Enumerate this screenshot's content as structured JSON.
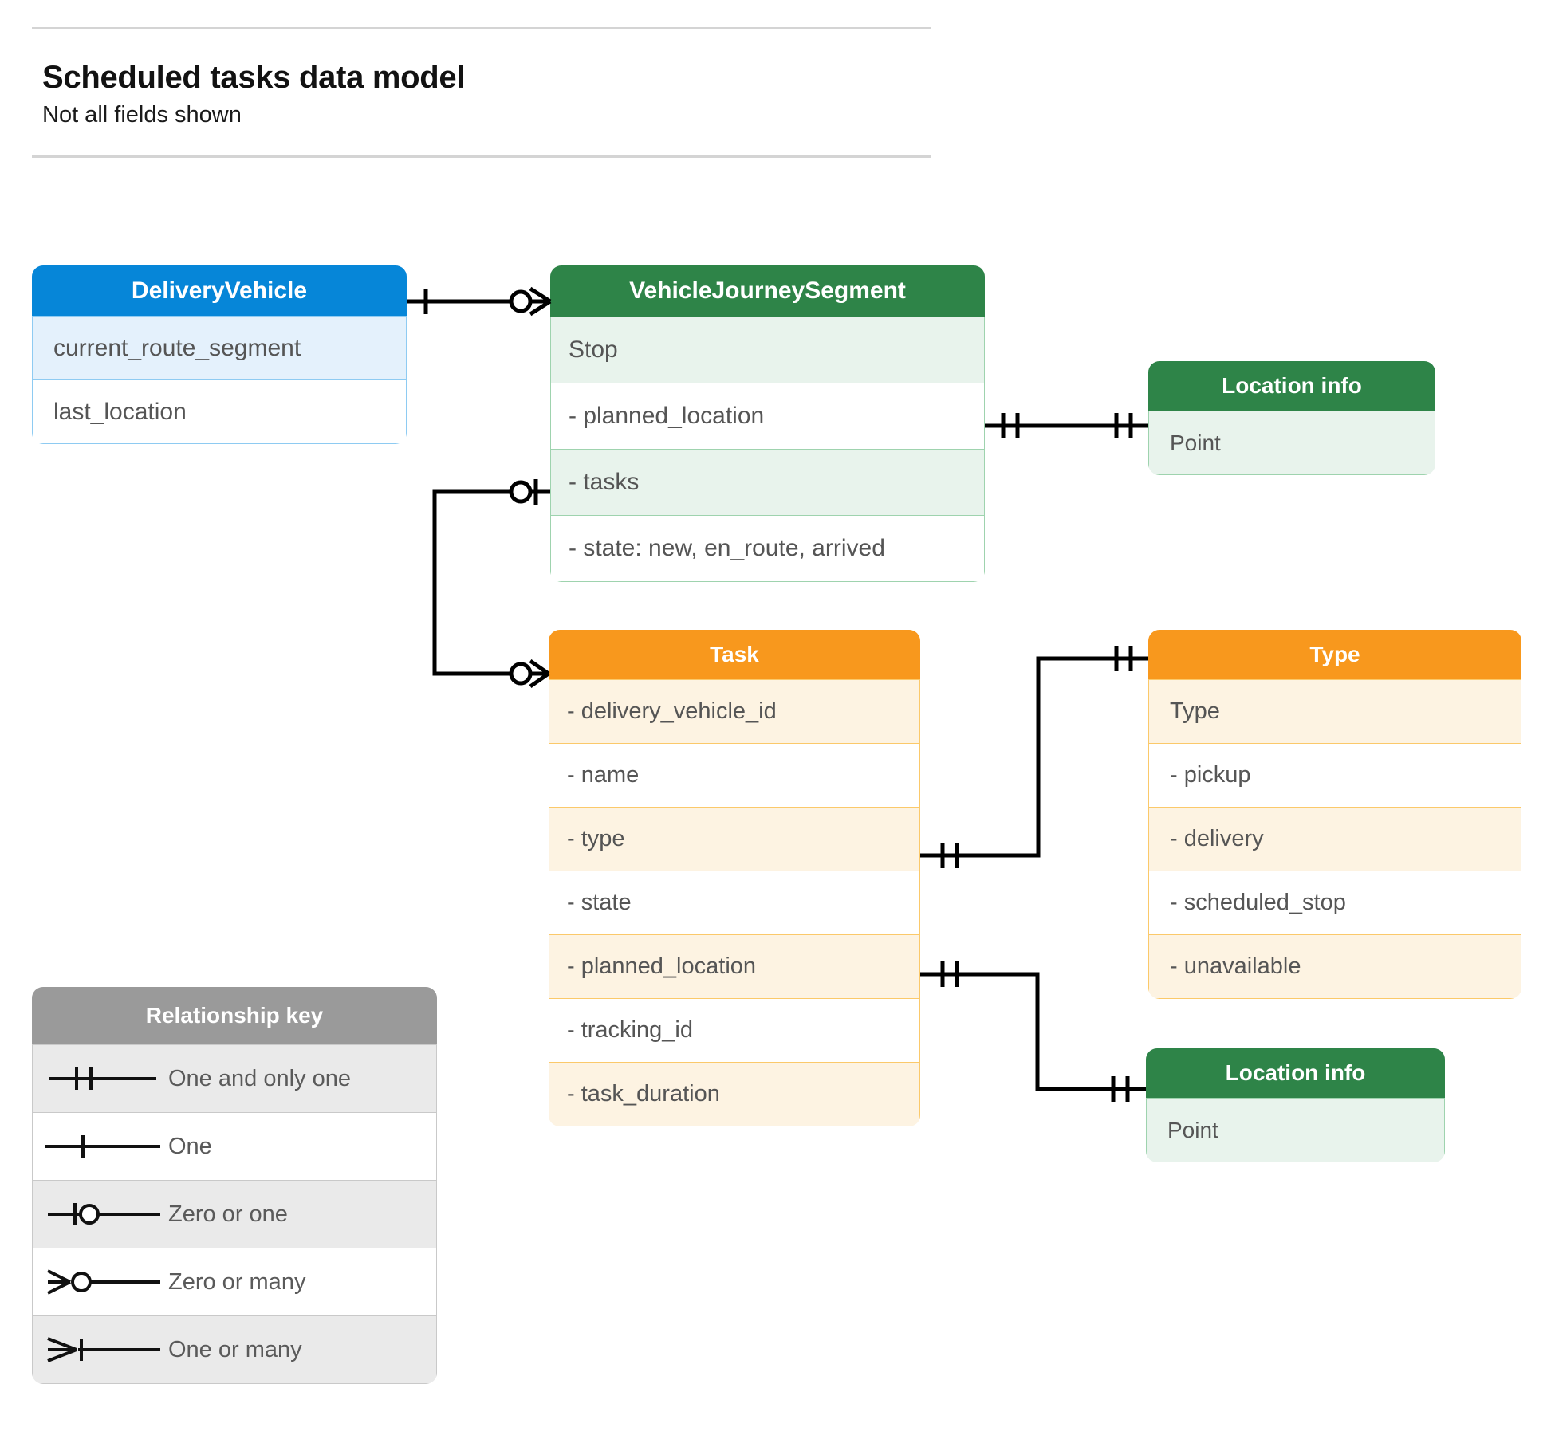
{
  "header": {
    "title": "Scheduled tasks data model",
    "subtitle": "Not all fields shown"
  },
  "colors": {
    "blue_header": "#0686d8",
    "blue_row_alt": "#e4f1fc",
    "blue_border": "#8ecbf2",
    "green_header": "#2e8448",
    "green_row_alt": "#e8f3ec",
    "green_border": "#9ed3ae",
    "orange_header": "#f8981d",
    "orange_row_alt": "#fdf3e2",
    "orange_border": "#fbc96a",
    "gray_header": "#9a9a9a",
    "gray_row_alt": "#eaeaea",
    "gray_border": "#c9c9c9",
    "connector_line": "#000000",
    "rule": "#d4d4d4"
  },
  "entities": {
    "delivery_vehicle": {
      "title": "DeliveryVehicle",
      "rows": [
        "current_route_segment",
        "last_location"
      ]
    },
    "vehicle_journey_segment": {
      "title": "VehicleJourneySegment",
      "rows": [
        "Stop",
        "-  planned_location",
        "- tasks",
        "- state: new, en_route, arrived"
      ]
    },
    "location_info_top": {
      "title": "Location info",
      "rows": [
        "Point"
      ]
    },
    "task": {
      "title": "Task",
      "rows": [
        "- delivery_vehicle_id",
        "- name",
        "- type",
        "- state",
        "- planned_location",
        "- tracking_id",
        "- task_duration"
      ]
    },
    "type": {
      "title": "Type",
      "rows": [
        "Type",
        "-   pickup",
        "-  delivery",
        "-  scheduled_stop",
        "-  unavailable"
      ]
    },
    "location_info_bottom": {
      "title": "Location info",
      "rows": [
        "Point"
      ]
    }
  },
  "legend": {
    "title": "Relationship key",
    "items": [
      {
        "symbol": "one-and-only-one",
        "label": "One and only one"
      },
      {
        "symbol": "one",
        "label": "One"
      },
      {
        "symbol": "zero-or-one",
        "label": "Zero or one"
      },
      {
        "symbol": "zero-or-many",
        "label": "Zero or many"
      },
      {
        "symbol": "one-or-many",
        "label": "One or many"
      }
    ]
  },
  "relationships": [
    {
      "from": "DeliveryVehicle",
      "to": "VehicleJourneySegment",
      "from_cardinality": "one",
      "to_cardinality": "zero-or-many"
    },
    {
      "from": "VehicleJourneySegment.planned_location",
      "to": "Location info (top).Point",
      "from_cardinality": "one-and-only-one",
      "to_cardinality": "one-and-only-one"
    },
    {
      "from": "VehicleJourneySegment.tasks",
      "to": "Task",
      "from_cardinality": "zero-or-one",
      "to_cardinality": "zero-or-many"
    },
    {
      "from": "Task.type",
      "to": "Type",
      "from_cardinality": "one-and-only-one",
      "to_cardinality": "one-and-only-one"
    },
    {
      "from": "Task.planned_location",
      "to": "Location info (bottom)",
      "from_cardinality": "one-and-only-one",
      "to_cardinality": "one-and-only-one"
    }
  ]
}
